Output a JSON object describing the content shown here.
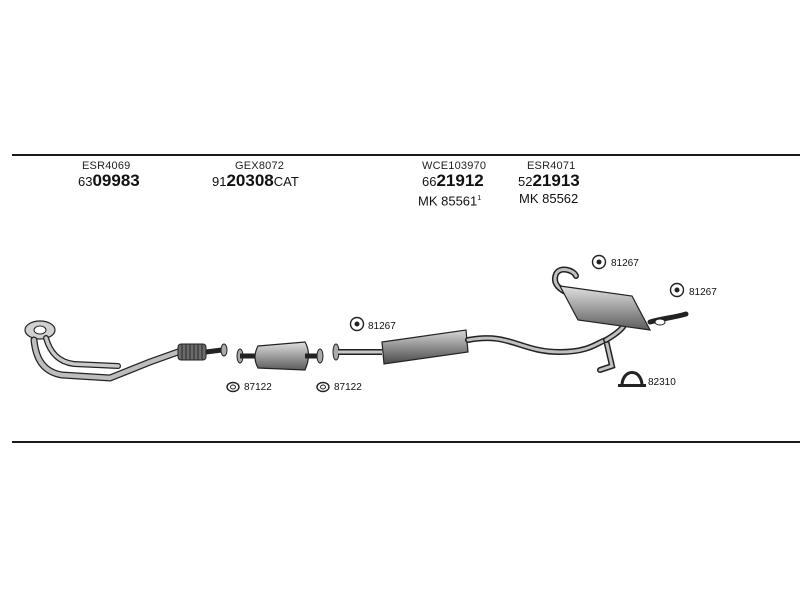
{
  "parts": [
    {
      "code": "ESR4069",
      "prefix": "63",
      "number": "09983",
      "suffix": "",
      "mk": "",
      "mk_mark": ""
    },
    {
      "code": "GEX8072",
      "prefix": "91",
      "number": "20308",
      "suffix": "CAT",
      "mk": "",
      "mk_mark": ""
    },
    {
      "code": "WCE103970",
      "prefix": "66",
      "number": "21912",
      "suffix": "",
      "mk": "MK 85561",
      "mk_mark": "1"
    },
    {
      "code": "ESR4071",
      "prefix": "52",
      "number": "21913",
      "suffix": "",
      "mk": "MK 85562",
      "mk_mark": ""
    }
  ],
  "fittings": {
    "f1": "87122",
    "f2": "87122",
    "f3": "81267",
    "f4": "81267",
    "f5": "81267",
    "f6": "82310"
  },
  "colors": {
    "line": "#1a1a1a",
    "part_fill": "#9a9a9a",
    "part_dark": "#5a5a5a"
  }
}
